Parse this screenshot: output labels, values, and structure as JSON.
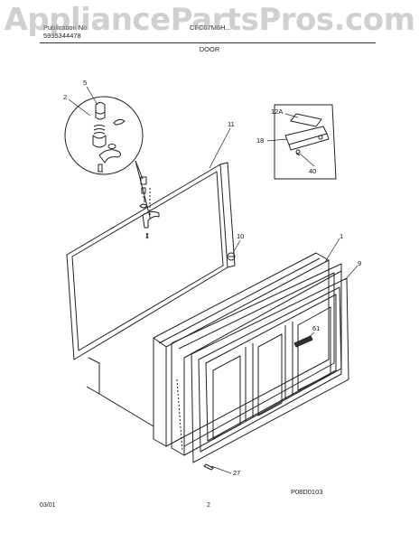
{
  "watermark": "AppliancePartsPros.com",
  "header": {
    "left_line1": "Publication No",
    "left_line2": "5995344478",
    "right": "CFC07M6H...",
    "section": "DOOR"
  },
  "callouts": [
    {
      "id": "c5",
      "text": "5"
    },
    {
      "id": "c2",
      "text": "2"
    },
    {
      "id": "c11",
      "text": "11"
    },
    {
      "id": "c12a",
      "text": "12A"
    },
    {
      "id": "c18",
      "text": "18"
    },
    {
      "id": "c40",
      "text": "40"
    },
    {
      "id": "c10",
      "text": "10"
    },
    {
      "id": "c1",
      "text": "1"
    },
    {
      "id": "c9",
      "text": "9"
    },
    {
      "id": "c61",
      "text": "61"
    },
    {
      "id": "c27",
      "text": "27"
    }
  ],
  "figure_code": "P08D0103",
  "footer": {
    "date": "03/01",
    "page": "2"
  }
}
